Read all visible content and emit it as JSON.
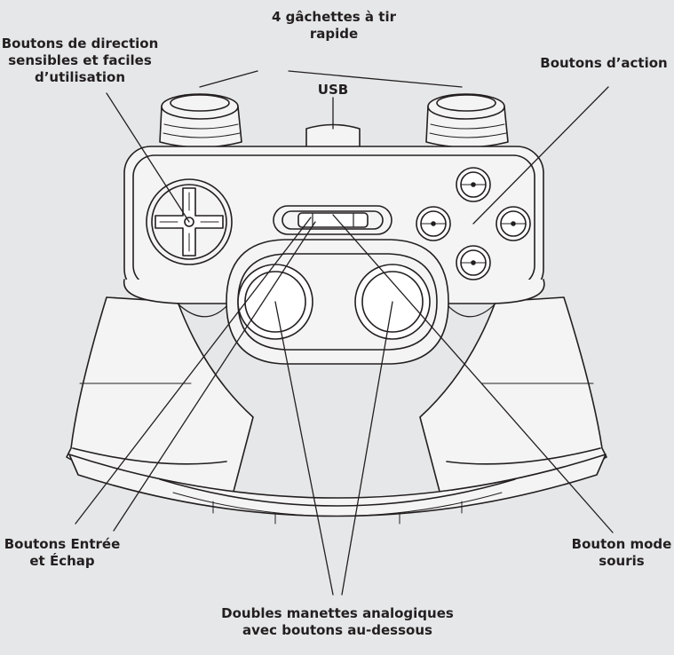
{
  "labels": {
    "triggers": [
      "4 gâchettes à tir",
      "rapide"
    ],
    "dpad": [
      "Boutons de direction",
      "sensibles et faciles",
      "d’utilisation"
    ],
    "usb": "USB",
    "action": "Boutons d’action",
    "enter_esc": [
      "Boutons Entrée",
      "et Échap"
    ],
    "mouse_mode": [
      "Bouton mode",
      "souris"
    ],
    "sticks": [
      "Doubles manettes analogiques",
      "avec boutons au-dessous"
    ]
  },
  "colors": {
    "background": "#e6e7e8",
    "body_fill": "#f4f4f4",
    "line": "#231f20",
    "text": "#231f20"
  },
  "icons": [
    "dpad-cross-icon",
    "action-button-icon",
    "analog-stick-icon",
    "usb-connector-icon",
    "trigger-icon"
  ]
}
